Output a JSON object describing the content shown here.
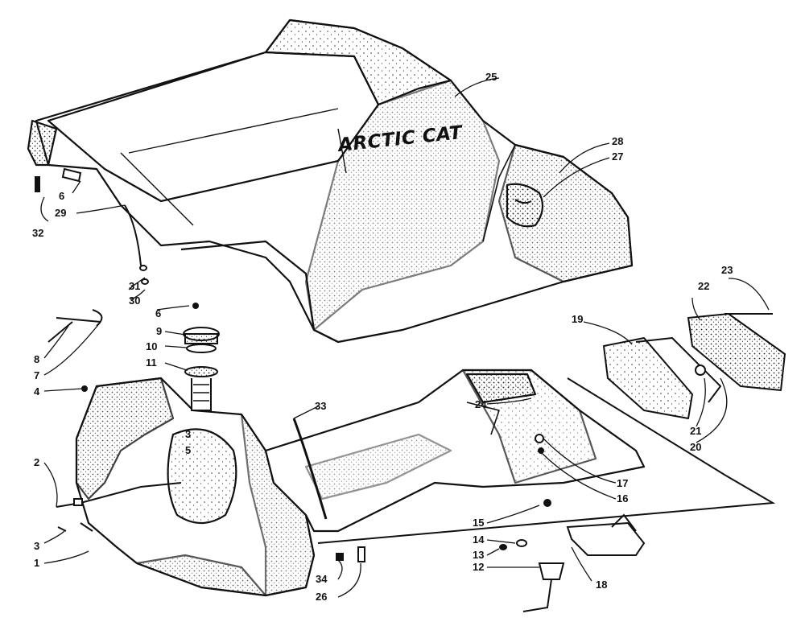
{
  "brand_text": "ARCTIC CAT",
  "callouts": {
    "p1": "1",
    "p2": "2",
    "p3a": "3",
    "p3b": "3",
    "p4": "4",
    "p5": "5",
    "p6a": "6",
    "p6b": "6",
    "p7": "7",
    "p8": "8",
    "p9": "9",
    "p10": "10",
    "p11": "11",
    "p12": "12",
    "p13": "13",
    "p14": "14",
    "p15": "15",
    "p16": "16",
    "p17": "17",
    "p18": "18",
    "p19": "19",
    "p20": "20",
    "p21": "21",
    "p22": "22",
    "p23": "23",
    "p24": "24",
    "p25": "25",
    "p26": "26",
    "p27": "27",
    "p28": "28",
    "p29": "29",
    "p30": "30",
    "p31": "31",
    "p32": "32",
    "p33": "33",
    "p34": "34"
  },
  "colors": {
    "ink": "#111111",
    "paper": "#ffffff",
    "shade": "#555555"
  }
}
